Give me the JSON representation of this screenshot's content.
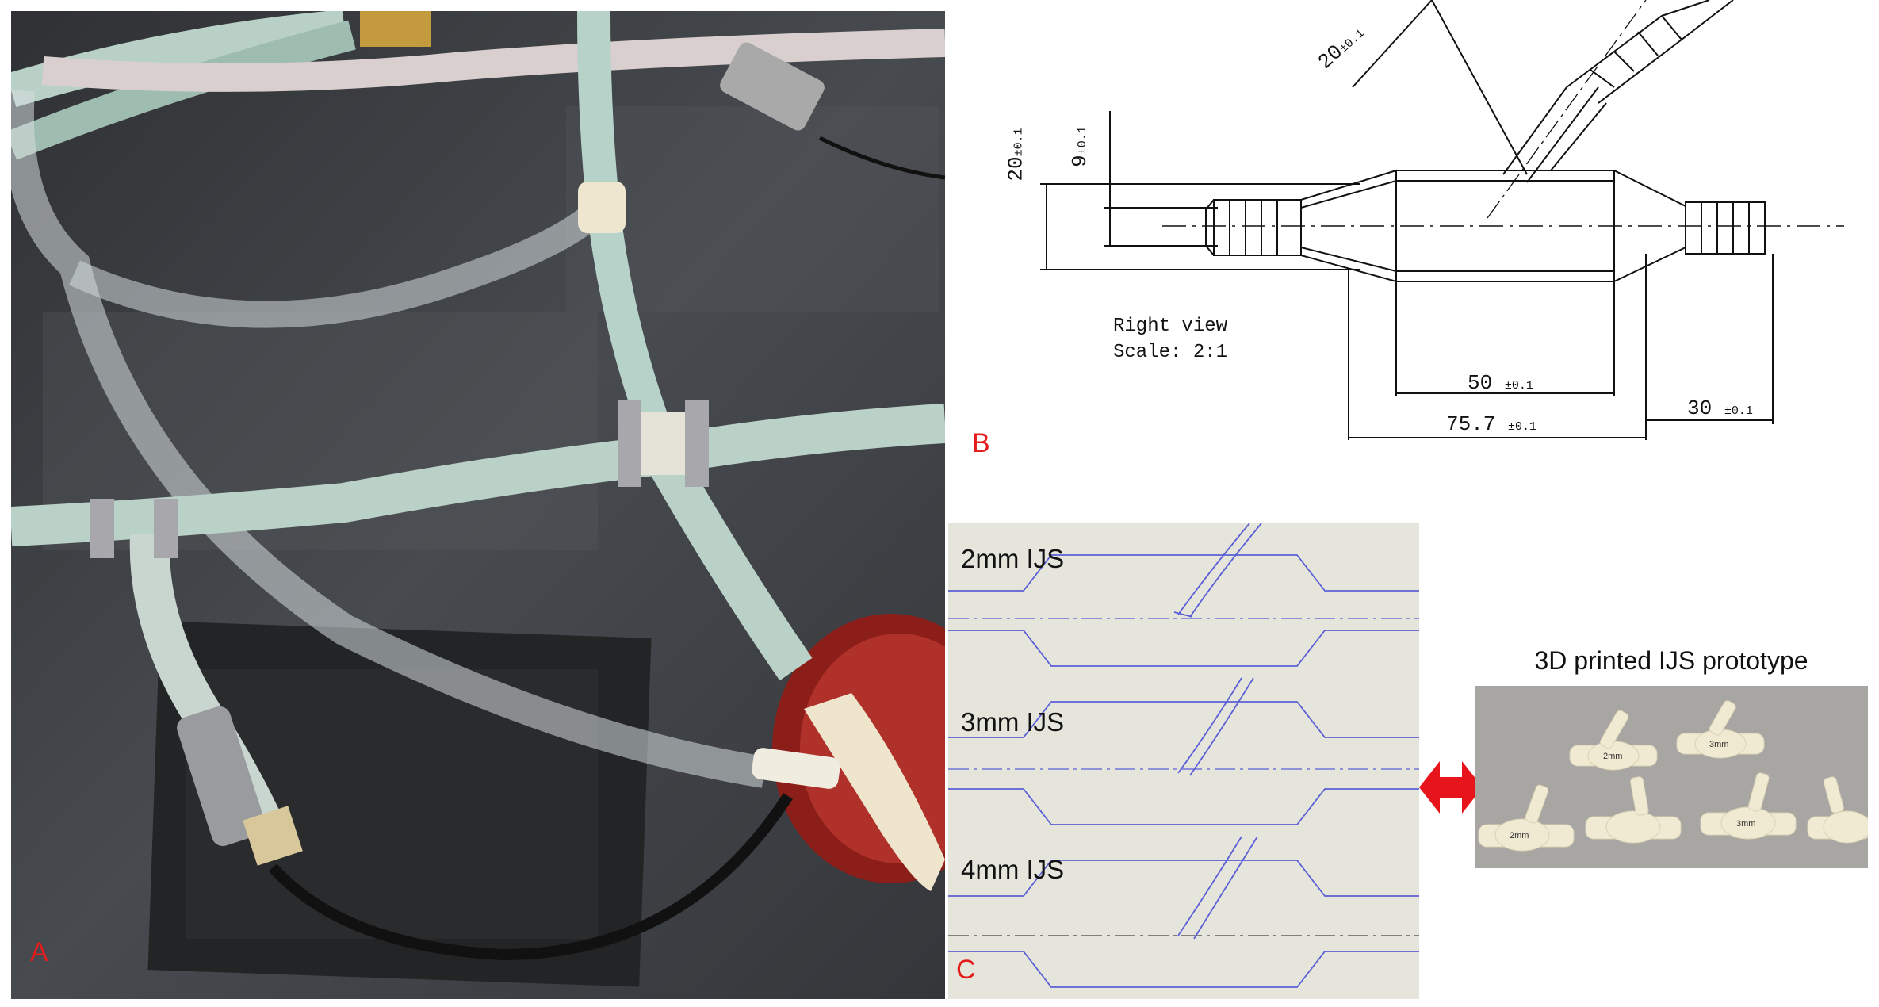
{
  "panels": {
    "a": {
      "letter": "A"
    },
    "b": {
      "letter": "B",
      "view_label": "Right view",
      "scale_label": "Scale:  2:1",
      "dims": {
        "angle_dim": {
          "value": "20",
          "tol": "±0.1"
        },
        "outer_dia": {
          "value": "20",
          "tol": "±0.1"
        },
        "inner_dia": {
          "value": "9",
          "tol": "±0.1"
        },
        "body_len": {
          "value": "50",
          "tol": "±0.1"
        },
        "total_len": {
          "value": "75.7",
          "tol": "±0.1"
        },
        "barb_len": {
          "value": "30",
          "tol": "±0.1"
        }
      }
    },
    "c": {
      "letter": "C",
      "variants": [
        "2mm IJS",
        "3mm IJS",
        "4mm IJS"
      ]
    },
    "proto": {
      "title": "3D printed IJS prototype",
      "tag_labels": [
        "2mm",
        "3mm",
        "2mm",
        "3mm"
      ]
    }
  },
  "colors": {
    "letter": "#e41c1c",
    "drawing_line": "#5b5fd6",
    "arrow": "#e8141c"
  }
}
